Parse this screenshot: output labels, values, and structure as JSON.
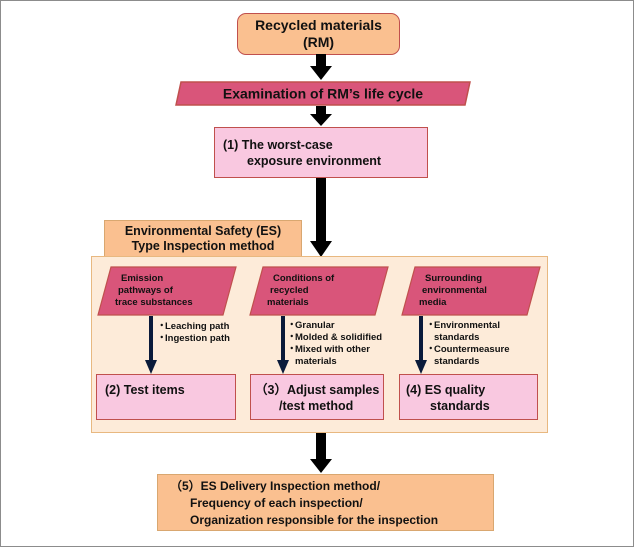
{
  "rm_box": {
    "line1": "Recycled materials",
    "line2": "(RM)"
  },
  "life_cycle_banner": "Examination of RM’s life cycle",
  "worst_case": {
    "line1": "(1) The worst-case",
    "line2": "exposure environment"
  },
  "es_method": {
    "line1": "Environmental Safety (ES)",
    "line2": "Type Inspection method"
  },
  "columns": [
    {
      "header": [
        "Emission",
        "pathways of",
        "trace substances"
      ],
      "bullets": [
        [
          "Leaching path"
        ],
        [
          "Ingestion path"
        ]
      ],
      "result": [
        "(2) Test items"
      ]
    },
    {
      "header": [
        "Conditions of",
        "recycled",
        "materials"
      ],
      "bullets": [
        [
          "Granular"
        ],
        [
          "Molded & solidified"
        ],
        [
          "Mixed with other",
          "materials"
        ]
      ],
      "result": [
        "（3）Adjust samples",
        "/test method"
      ]
    },
    {
      "header": [
        "Surrounding",
        "environmental",
        "media"
      ],
      "bullets": [
        [
          "Environmental",
          "standards"
        ],
        [
          "Countermeasure",
          "standards"
        ]
      ],
      "result": [
        "(4) ES quality",
        "standards"
      ]
    }
  ],
  "delivery": {
    "line1": "（5）ES Delivery Inspection method/",
    "line2": "Frequency of each inspection/",
    "line3": "Organization responsible for the inspection"
  },
  "colors": {
    "orange_fill": "#fac090",
    "pink_fill": "#f9c8e0",
    "magenta_fill": "#d9557a",
    "border_red": "#c0504d",
    "panel_fill": "#fdebd9",
    "arrow": "#000000"
  }
}
